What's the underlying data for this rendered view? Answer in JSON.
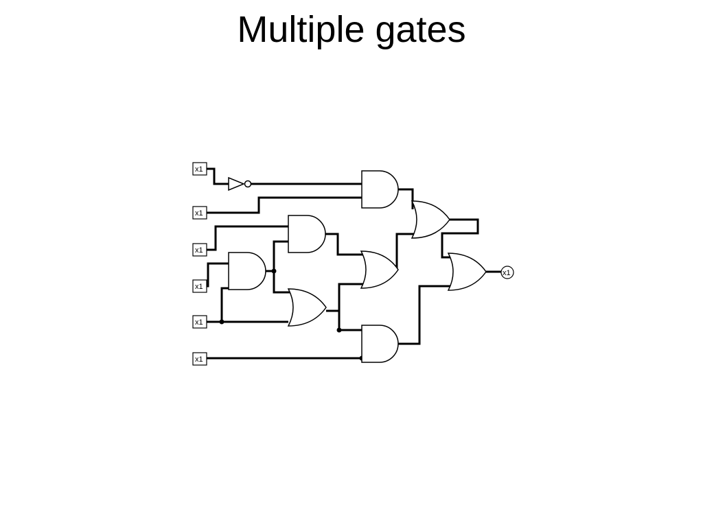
{
  "slide": {
    "title": "Multiple gates"
  },
  "circuit": {
    "inputs": [
      {
        "label": "x1"
      },
      {
        "label": "x1"
      },
      {
        "label": "x1"
      },
      {
        "label": "x1"
      },
      {
        "label": "x1"
      },
      {
        "label": "x1"
      }
    ],
    "output": {
      "label": "x1"
    },
    "gates": [
      {
        "name": "not-gate",
        "type": "NOT"
      },
      {
        "name": "and-gate-1",
        "type": "AND"
      },
      {
        "name": "and-gate-2",
        "type": "AND"
      },
      {
        "name": "and-gate-3",
        "type": "AND"
      },
      {
        "name": "and-gate-4",
        "type": "AND"
      },
      {
        "name": "or-gate-1",
        "type": "OR"
      },
      {
        "name": "or-gate-2",
        "type": "OR"
      },
      {
        "name": "or-gate-3",
        "type": "OR"
      },
      {
        "name": "or-gate-4",
        "type": "OR"
      }
    ]
  }
}
